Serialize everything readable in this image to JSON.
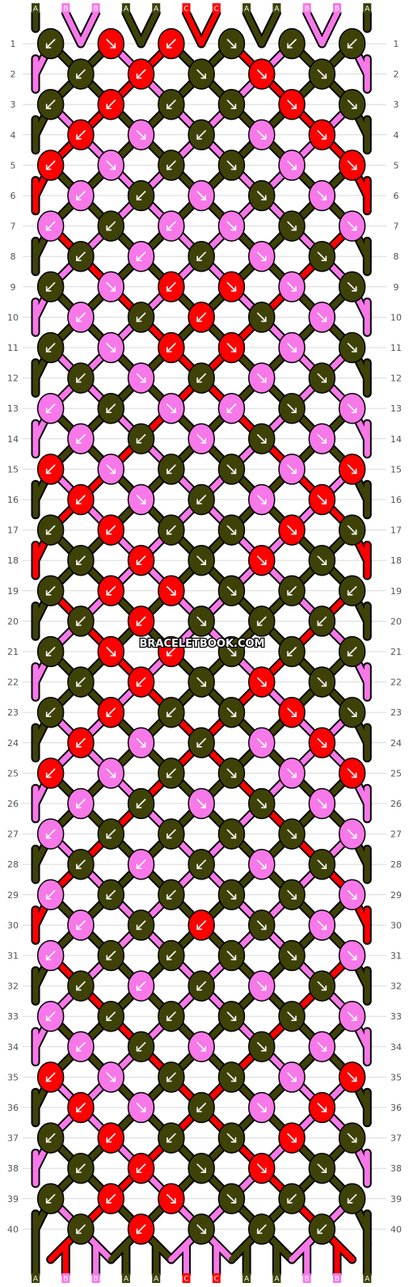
{
  "watermark": "BRACELETBOOK.COM",
  "colors": {
    "A": "#3f4207",
    "B": "#f778e8",
    "C": "#fe0000"
  },
  "strings_top": [
    "A",
    "B",
    "B",
    "A",
    "A",
    "C",
    "C",
    "A",
    "A",
    "B",
    "B",
    "A"
  ],
  "strings_bottom": [
    "A",
    "B",
    "B",
    "A",
    "A",
    "C",
    "C",
    "A",
    "A",
    "B",
    "B",
    "A"
  ],
  "row_count": 40,
  "rows": [
    [
      "A:lf",
      "C:rf",
      "C:lf",
      "A:rf"
    ],
    [
      "A:lf",
      "C:lf",
      "A:rf",
      "C:rf",
      "A:rf"
    ],
    [
      "A:lf",
      "C:lf",
      "A:lf",
      "A:rf",
      "C:rf",
      "A:rf"
    ],
    [
      "C:lf",
      "B:rf",
      "A:lf",
      "B:rf",
      "C:rf"
    ],
    [
      "C:lf",
      "B:rf",
      "A:lf",
      "A:rf",
      "B:rf",
      "C:rf"
    ],
    [
      "B:lf",
      "A:lf",
      "B:rf",
      "A:rf",
      "B:rf"
    ],
    [
      "B:lf",
      "A:lf",
      "B:lf",
      "B:rf",
      "A:rf",
      "B:rf"
    ],
    [
      "A:lf",
      "B:lf",
      "A:lf",
      "B:rf",
      "A:rf"
    ],
    [
      "A:lf",
      "B:rf",
      "C:lf",
      "C:rf",
      "B:rf",
      "A:rf"
    ],
    [
      "B:lf",
      "A:lf",
      "C:lf",
      "A:rf",
      "B:rf"
    ],
    [
      "A:lf",
      "B:rf",
      "C:lf",
      "C:rf",
      "B:rf",
      "A:rf"
    ],
    [
      "A:lf",
      "B:rf",
      "A:lf",
      "B:rf",
      "A:rf"
    ],
    [
      "B:lf",
      "A:lf",
      "B:rf",
      "B:lf",
      "A:rf",
      "B:rf"
    ],
    [
      "B:lf",
      "A:lf",
      "B:rf",
      "A:rf",
      "B:rf"
    ],
    [
      "C:lf",
      "B:rf",
      "A:lf",
      "A:rf",
      "B:rf",
      "C:rf"
    ],
    [
      "C:lf",
      "B:rf",
      "A:lf",
      "B:rf",
      "C:rf"
    ],
    [
      "A:lf",
      "C:lf",
      "A:lf",
      "A:rf",
      "C:rf",
      "A:rf"
    ],
    [
      "A:lf",
      "C:lf",
      "A:rf",
      "C:rf",
      "A:rf"
    ],
    [
      "A:lf",
      "C:lf",
      "C:rf",
      "A:rf"
    ],
    [
      "A:lf",
      "C:lf",
      "A:rf"
    ],
    [
      "A:lf",
      "C:rf",
      "C:lf",
      "A:rf"
    ],
    [
      "A:lf",
      "C:lf",
      "A:rf",
      "C:rf",
      "A:rf"
    ],
    [
      "A:lf",
      "C:lf",
      "A:lf",
      "A:rf",
      "C:rf",
      "A:rf"
    ],
    [
      "C:lf",
      "B:rf",
      "A:lf",
      "B:rf",
      "C:rf"
    ],
    [
      "C:lf",
      "B:rf",
      "A:lf",
      "A:rf",
      "B:rf",
      "C:rf"
    ],
    [
      "B:lf",
      "A:lf",
      "B:rf",
      "A:rf",
      "B:rf"
    ],
    [
      "B:lf",
      "A:lf",
      "A:lf",
      "A:rf",
      "A:rf",
      "B:rf"
    ],
    [
      "A:lf",
      "B:lf",
      "A:lf",
      "B:rf",
      "A:rf"
    ],
    [
      "B:lf",
      "A:lf",
      "A:lf",
      "A:rf",
      "A:rf",
      "B:rf"
    ],
    [
      "B:lf",
      "A:lf",
      "C:lf",
      "A:rf",
      "B:rf"
    ],
    [
      "B:lf",
      "A:lf",
      "A:lf",
      "A:rf",
      "A:rf",
      "B:rf"
    ],
    [
      "A:lf",
      "B:lf",
      "A:lf",
      "B:rf",
      "A:rf"
    ],
    [
      "B:lf",
      "A:lf",
      "A:lf",
      "A:rf",
      "A:rf",
      "B:rf"
    ],
    [
      "B:lf",
      "A:lf",
      "B:rf",
      "A:rf",
      "B:rf"
    ],
    [
      "C:lf",
      "B:rf",
      "A:lf",
      "A:rf",
      "B:rf",
      "C:rf"
    ],
    [
      "C:lf",
      "B:rf",
      "A:lf",
      "B:rf",
      "C:rf"
    ],
    [
      "A:lf",
      "C:lf",
      "A:lf",
      "A:rf",
      "C:rf",
      "A:rf"
    ],
    [
      "A:lf",
      "C:lf",
      "A:rf",
      "C:rf",
      "A:rf"
    ],
    [
      "A:lf",
      "C:lf",
      "C:rf",
      "A:rf"
    ],
    [
      "A:lf",
      "C:lf",
      "A:rf"
    ]
  ]
}
